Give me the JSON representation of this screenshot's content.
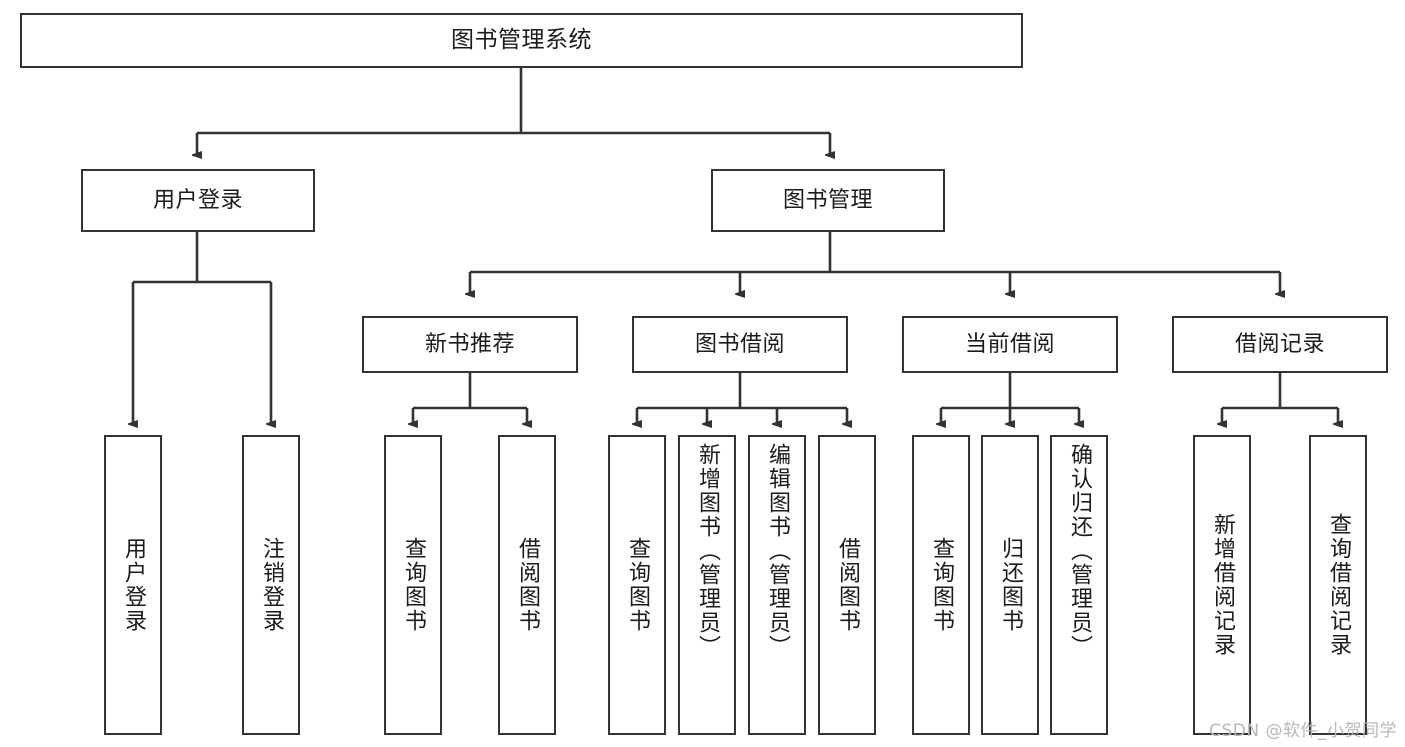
{
  "diagram": {
    "title": "图书管理系统",
    "type": "tree",
    "watermark": "CSDN @软件_小贺同学",
    "levels": {
      "root": {
        "label": "图书管理系统"
      },
      "level2": [
        {
          "label": "用户登录"
        },
        {
          "label": "图书管理"
        }
      ],
      "level3": [
        {
          "label": "新书推荐"
        },
        {
          "label": "图书借阅"
        },
        {
          "label": "当前借阅"
        },
        {
          "label": "借阅记录"
        }
      ],
      "leaves": [
        {
          "label": "用户登录",
          "parent": "用户登录"
        },
        {
          "label": "注销登录",
          "parent": "用户登录"
        },
        {
          "label": "查询图书",
          "parent": "新书推荐"
        },
        {
          "label": "借阅图书",
          "parent": "新书推荐"
        },
        {
          "label": "查询图书",
          "parent": "图书借阅"
        },
        {
          "label": "新增图书（管理员）",
          "parent": "图书借阅"
        },
        {
          "label": "编辑图书（管理员）",
          "parent": "图书借阅"
        },
        {
          "label": "借阅图书",
          "parent": "图书借阅"
        },
        {
          "label": "查询图书",
          "parent": "当前借阅"
        },
        {
          "label": "归还图书",
          "parent": "当前借阅"
        },
        {
          "label": "确认归还（管理员）",
          "parent": "当前借阅"
        },
        {
          "label": "新增借阅记录",
          "parent": "借阅记录"
        },
        {
          "label": "查询借阅记录",
          "parent": "借阅记录"
        }
      ]
    },
    "colors": {
      "stroke": "#333333",
      "fill": "#ffffff",
      "text": "#1b1b1b",
      "watermark": "#b8b8b8"
    }
  }
}
